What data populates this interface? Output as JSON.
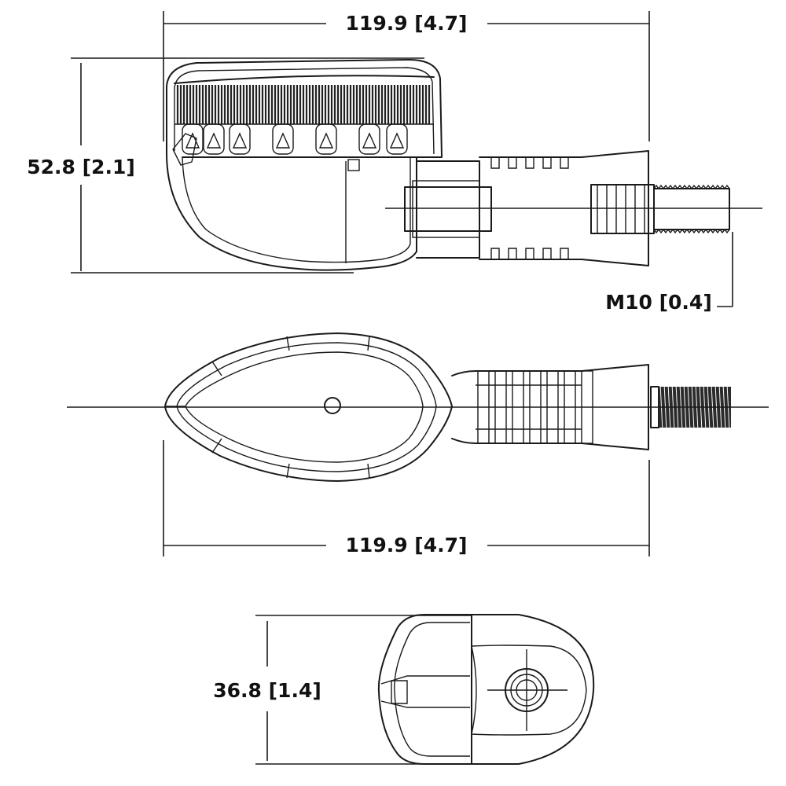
{
  "dimensions": {
    "side_length": "119.9 [4.7]",
    "side_height": "52.8 [2.1]",
    "thread": "M10 [0.4]",
    "top_length": "119.9 [4.7]",
    "front_width": "36.8 [1.4]"
  }
}
